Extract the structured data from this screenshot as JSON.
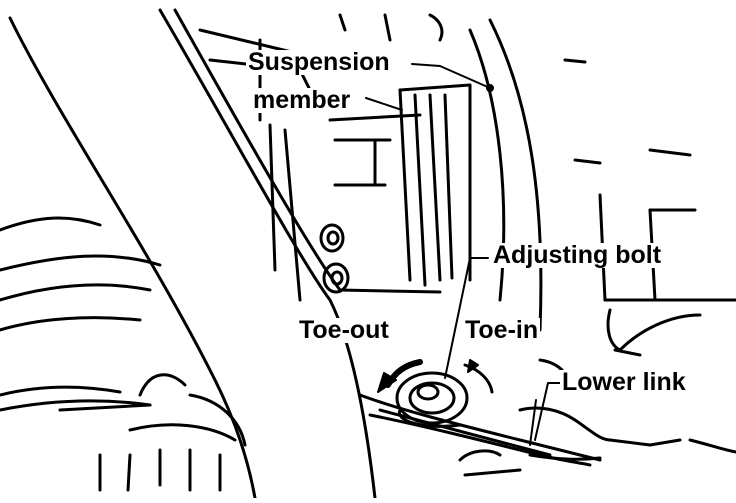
{
  "labels": {
    "suspension_line1": "Suspension",
    "suspension_line2": "member",
    "adjusting_bolt": "Adjusting bolt",
    "toe_out": "Toe-out",
    "toe_in": "Toe-in",
    "lower_link": "Lower link"
  },
  "colors": {
    "ink": "#000000",
    "paper": "#ffffff"
  },
  "icons": {
    "toe_out_arrow": "curved-arrow-left-icon",
    "toe_in_arrow": "curved-arrow-right-icon"
  }
}
